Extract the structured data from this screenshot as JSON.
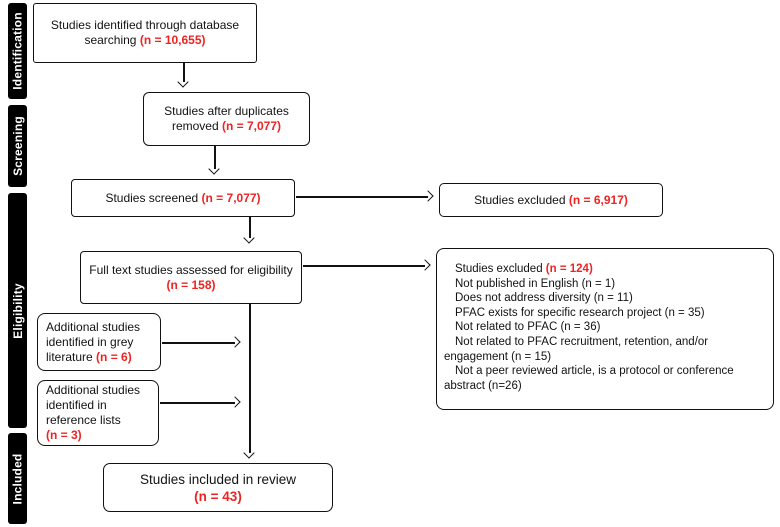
{
  "colors": {
    "accent_red": "#ee2322",
    "bar_fill": "#000000"
  },
  "stages": [
    {
      "label": "Identification"
    },
    {
      "label": "Screening"
    },
    {
      "label": "Eligibility"
    },
    {
      "label": "Included"
    }
  ],
  "boxes": {
    "identified": {
      "text": "Studies identified through database searching",
      "n": "(n = 10,655)"
    },
    "duplicates": {
      "text": "Studies after duplicates removed",
      "n": "(n = 7,077)"
    },
    "screened": {
      "text": "Studies screened",
      "n": "(n = 7,077)"
    },
    "excluded_screened": {
      "text": "Studies excluded",
      "n": "(n = 6,917)"
    },
    "fulltext": {
      "text": "Full text studies assessed for eligibility",
      "n": "(n = 158)"
    },
    "excluded_fulltext": {
      "title": "Studies excluded",
      "n": "(n = 124)",
      "reasons": [
        "Not published in English (n = 1)",
        "Does not address diversity (n = 11)",
        "PFAC exists for specific research project (n = 35)",
        "Not related to PFAC (n = 36)",
        "Not related to PFAC recruitment, retention, and/or engagement (n = 15)",
        "Not a peer reviewed article, is a protocol or conference abstract (n=26)"
      ]
    },
    "grey_literature": {
      "text": "Additional studies identified in grey literature",
      "n": "(n = 6)"
    },
    "reference_lists": {
      "text": "Additional studies identified in reference lists",
      "n": "(n = 3)"
    },
    "included": {
      "text": "Studies included in review",
      "n": "(n = 43)"
    }
  }
}
